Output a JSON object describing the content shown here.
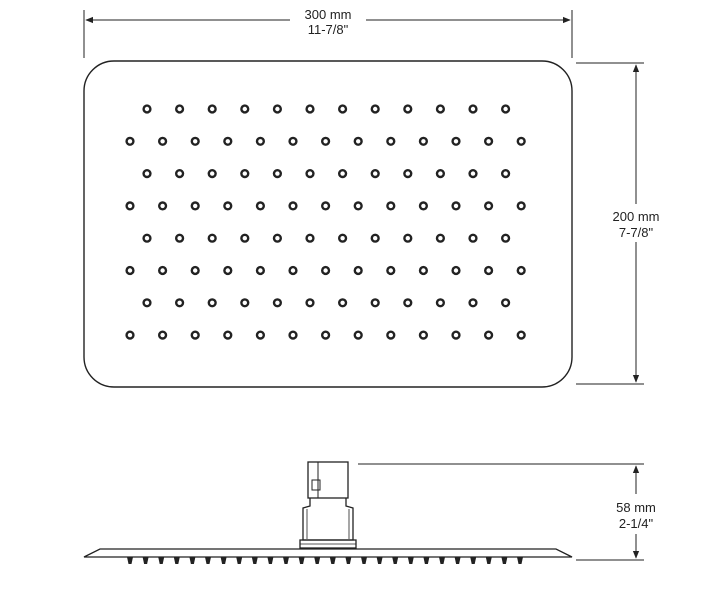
{
  "dimensions": {
    "width": {
      "metric": "300 mm",
      "imperial": "11-7/8\""
    },
    "height": {
      "metric": "200 mm",
      "imperial": "7-7/8\""
    },
    "depth": {
      "metric": "58 mm",
      "imperial": "2-1/4\""
    }
  },
  "nozzle_grid": {
    "rows": 8,
    "pattern": [
      12,
      13,
      12,
      13,
      12,
      13,
      12,
      13
    ]
  },
  "side_nozzles": 26,
  "colors": {
    "line": "#222222",
    "background": "#ffffff"
  }
}
